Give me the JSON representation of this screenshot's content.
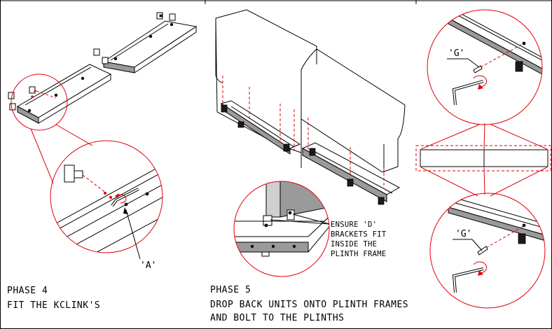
{
  "phase4": {
    "title": "PHASE 4",
    "subtitle": "FIT THE KCLINK'S",
    "callout_label": "'A'"
  },
  "phase5": {
    "title": "PHASE 5",
    "line1": "DROP BACK UNITS ONTO PLINTH FRAMES",
    "line2": "AND BOLT TO THE PLINTHS",
    "note_lines": [
      "ENSURE 'D'",
      "BRACKETS FIT",
      "INSIDE THE",
      "PLINTH FRAME"
    ]
  },
  "detail": {
    "top_label": "'G'",
    "bottom_label": "'G'"
  },
  "colors": {
    "callout": "#e0000a",
    "line": "#000000",
    "fill": "#9a9a9a"
  }
}
